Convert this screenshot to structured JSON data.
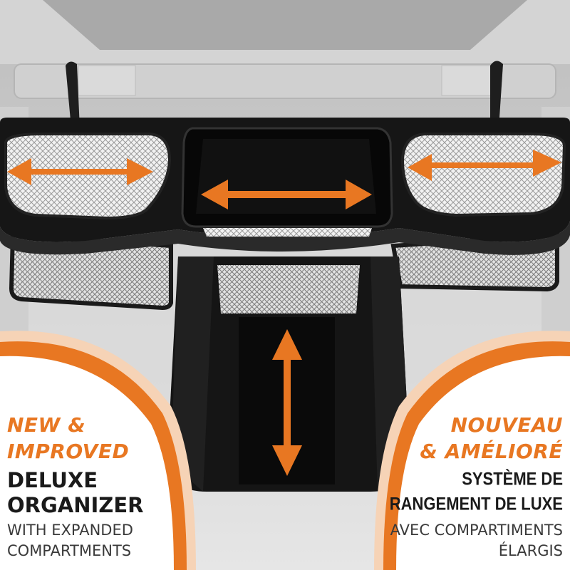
{
  "colors": {
    "accent_orange": "#e87722",
    "light_orange": "#f6d3b6",
    "organizer_black": "#161616",
    "background_grey": "#c9c9c9"
  },
  "text_left": {
    "line1": "NEW &",
    "line2": "IMPROVED",
    "line3": "DELUXE",
    "line4": "ORGANIZER",
    "line5": "WITH EXPANDED",
    "line6": "COMPARTMENTS"
  },
  "text_right": {
    "line1": "NOUVEAU",
    "line2": "& AMÉLIORÉ",
    "line3": "SYSTÈME DE",
    "line4": "RANGEMENT DE LUXE",
    "line5": "AVEC COMPARTIMENTS",
    "line6": "ÉLARGIS"
  }
}
